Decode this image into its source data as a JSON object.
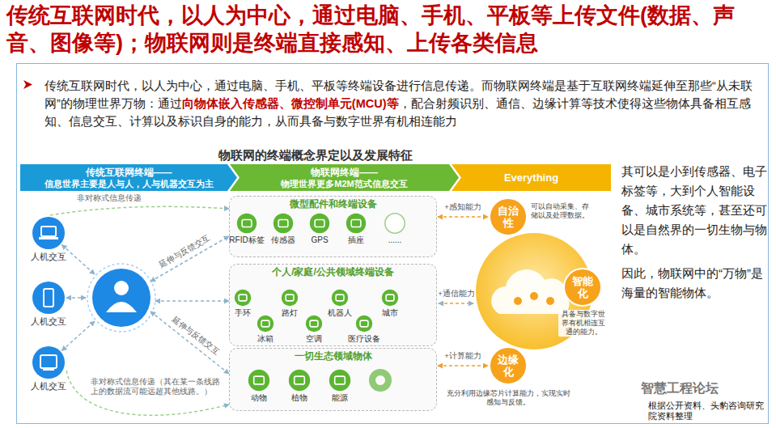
{
  "diagram": {
    "title": "传统互联网时代，以人为中心，通过电脑、手机、平板等上传文件(数据、声音、图像等)；物联网则是终端直接感知、上传各类信息",
    "nodes": [
      {
        "text": [
          "传统互联网时代，以人为中心，通过电脑、手机、平板等终端设备进行信息传递。而物联网终端是基于互联网终端延伸至那些“从未联网”的物理世界万物：通过",
          "向物体嵌入传感器、微控制单元(MCU)等",
          "，配合射频识别、通信、边缘计算等技术使得这些物体具备相互感知、信息交互、计算以及标识自身的能力，从而具备与数字世界有机相连能力"
        ]
      },
      {
        "text": [
          "传统互联网终端——",
          "信息世界主要是人与人，人与机器交互为主"
        ],
        "in": 0
      },
      {
        "text": [
          "物联网终端——",
          "物理世界更多M2M范式信息交互"
        ],
        "in": 0
      },
      {
        "text": [
          "Everything"
        ],
        "in": 0
      },
      {
        "text": [
          "人机交互"
        ],
        "in": 0
      },
      {
        "text": [
          "人机交互"
        ],
        "in": 0
      },
      {
        "text": [
          "人机交互"
        ],
        "in": 0
      },
      {
        "text": [
          "微型配件和终端设备"
        ],
        "in": 0
      },
      {
        "text": [
          "RFID标签"
        ],
        "in": 7
      },
      {
        "text": [
          "传感器"
        ],
        "in": 7
      },
      {
        "text": [
          "GPS"
        ],
        "in": 7
      },
      {
        "text": [
          "插座"
        ],
        "in": 7
      },
      {
        "text": [
          "......"
        ],
        "in": 7
      },
      {
        "text": [
          "个人/家庭/公共领域终端设备"
        ],
        "in": 0
      },
      {
        "text": [
          "手环"
        ],
        "in": 13
      },
      {
        "text": [
          "冰箱"
        ],
        "in": 13
      },
      {
        "text": [
          "路灯"
        ],
        "in": 13
      },
      {
        "text": [
          "空调"
        ],
        "in": 13
      },
      {
        "text": [
          "机器人"
        ],
        "in": 13
      },
      {
        "text": [
          "医疗设备"
        ],
        "in": 13
      },
      {
        "text": [
          "城市"
        ],
        "in": 13
      },
      {
        "text": [
          "一切生态领域物体"
        ],
        "in": 0
      },
      {
        "text": [
          "动物"
        ],
        "in": 21
      },
      {
        "text": [
          "植物"
        ],
        "in": 21
      },
      {
        "text": [
          "能源"
        ],
        "in": 21
      },
      {
        "text": [
          "自治性",
          "可以自动采集、存储以及处理数据。"
        ],
        "in": 0
      },
      {
        "text": [
          "智能化",
          "具备与数字世界有机相连互通的能力。"
        ],
        "in": 0
      },
      {
        "text": [
          "边缘化",
          "充分利用边缘芯片计算能力，实现实时感知与反馈。"
        ],
        "in": 0
      }
    ],
    "edges": [
      {
        "from": 7,
        "to": 25,
        "label": "+感知能力",
        "arrow": "both"
      },
      {
        "from": 21,
        "to": 27,
        "label": "+计算能力",
        "arrow": "both"
      }
    ],
    "labels": [
      "物联网的终端概念界定以及发展特征",
      "非对称式信息传递",
      "延伸与反馈交互",
      "延伸与反馈交互",
      "非对称式信息传递（其在某一条线路上的数据流可能远超其他线路。）",
      "+通信能力",
      "其可以是小到传感器、电子标签等，大到个人智能设备、城市系统等，甚至还可以是自然界的一切生物与物体。",
      "因此，物联网中的“万物”是海量的智能物体。",
      "智慧工程论坛",
      "根据公开资料、头豹咨询研究院资料整理"
    ]
  }
}
